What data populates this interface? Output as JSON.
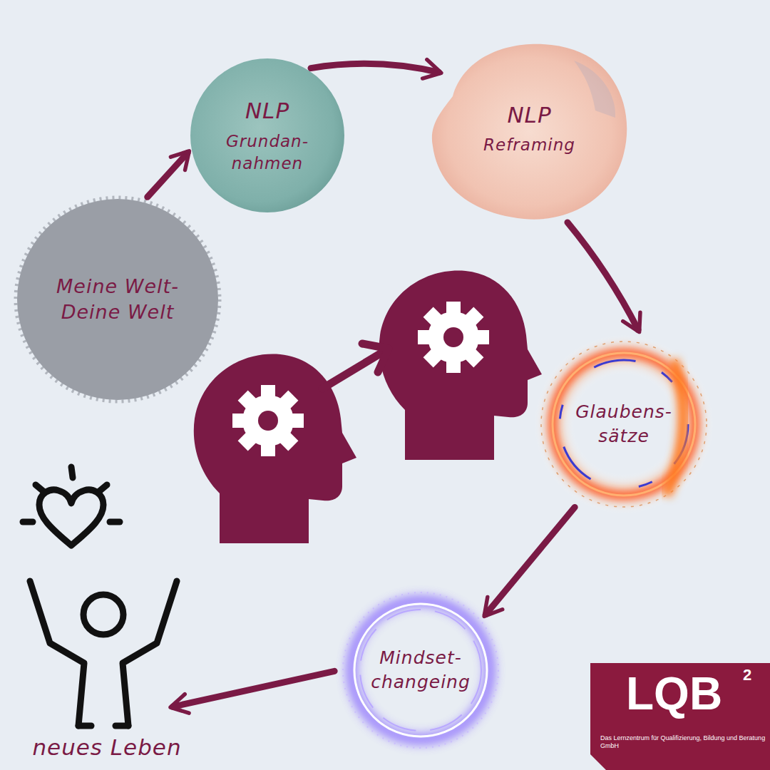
{
  "diagram": {
    "nodes": [
      {
        "text": [
          "Meine Welt- Deine Welt"
        ]
      },
      {
        "text": [
          "NLP",
          "Grundan- nahmen"
        ]
      },
      {
        "text": [
          "NLP",
          "Reframing"
        ]
      },
      {
        "text": [
          "Glaubens- sätze"
        ]
      },
      {
        "text": [
          "Mindset- changeing"
        ]
      },
      {
        "text": [
          "neues Leben"
        ]
      }
    ],
    "edges": [
      {
        "from": 0,
        "to": 1,
        "arrow": "to"
      },
      {
        "from": 1,
        "to": 2,
        "arrow": "to"
      },
      {
        "from": 2,
        "to": 3,
        "arrow": "to"
      },
      {
        "from": 3,
        "to": 4,
        "arrow": "to"
      },
      {
        "from": 4,
        "to": 5,
        "arrow": "to"
      }
    ],
    "labels": [
      "LQB",
      "2",
      "Das Lernzentrum für Qualifizierung, Bildung und Beratung GmbH"
    ]
  }
}
